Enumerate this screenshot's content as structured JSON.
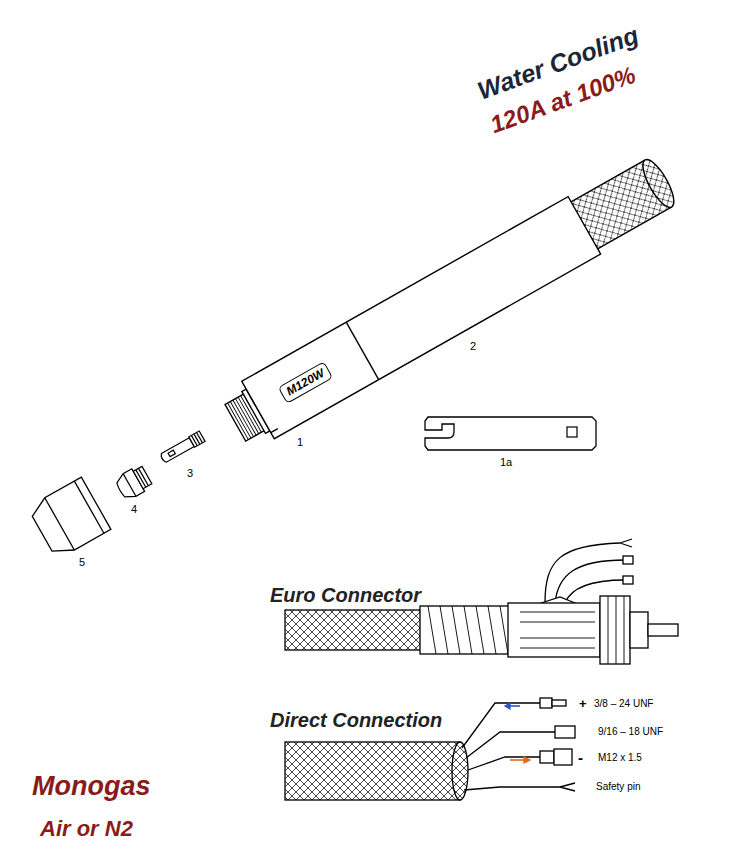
{
  "diagram": {
    "nodes": [
      {
        "text": [
          "M120W"
        ]
      }
    ],
    "labels": [
      "Water Cooling",
      "120A at 100%",
      "1",
      "2",
      "3",
      "4",
      "5",
      "1a",
      "Euro Connector",
      "Direct Connection",
      "+",
      "3/8 – 24 UNF",
      "9/16 – 18 UNF",
      "-",
      "M12 x 1.5",
      "Safety pin",
      "Monogas",
      "Air or N2"
    ]
  }
}
